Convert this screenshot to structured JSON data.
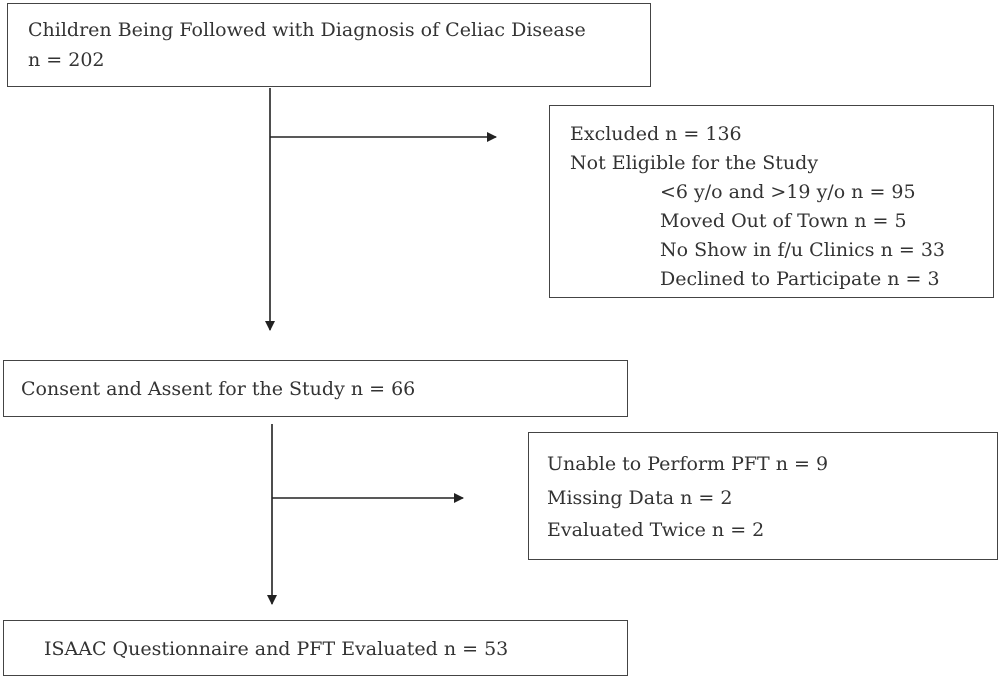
{
  "boxes": {
    "initial": {
      "line1": "Children Being Followed with Diagnosis of Celiac Disease",
      "line2": "n = 202"
    },
    "excluded": {
      "line1": "Excluded n = 136",
      "line2": "Not Eligible for the Study",
      "items": [
        "<6 y/o and >19 y/o n = 95",
        "Moved Out of Town n = 5",
        "No Show in f/u Clinics n = 33",
        "Declined to Participate n = 3"
      ]
    },
    "consent": {
      "line1": "Consent and Assent for the Study n = 66"
    },
    "removed": {
      "items": [
        "Unable to Perform PFT n = 9",
        "Missing Data n = 2",
        "Evaluated Twice n = 2"
      ]
    },
    "final": {
      "line1": "ISAAC Questionnaire and PFT Evaluated n = 53"
    }
  },
  "colors": {
    "border": "#444444",
    "text": "#333333",
    "arrow": "#222222"
  }
}
